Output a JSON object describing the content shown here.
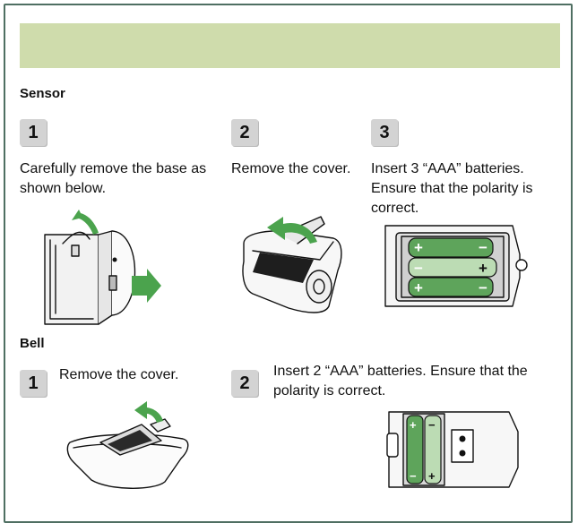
{
  "sections": {
    "sensor": {
      "heading": "Sensor",
      "steps": [
        {
          "number": "1",
          "text_line1": "Carefully remove the base as",
          "text_line2": "shown below."
        },
        {
          "number": "2",
          "text_line1": "Remove the cover."
        },
        {
          "number": "3",
          "text_line1": "Insert 3 “AAA” batteries.",
          "text_line2": "Ensure that the polarity is",
          "text_line3": "correct."
        }
      ]
    },
    "bell": {
      "heading": "Bell",
      "steps": [
        {
          "number": "1",
          "text_line1": "Remove the cover."
        },
        {
          "number": "2",
          "text_line1": "Insert 2 “AAA” batteries. Ensure that the",
          "text_line2": "polarity is correct."
        }
      ]
    }
  },
  "battery_marks": {
    "plus": "+",
    "minus": "−"
  },
  "colors": {
    "header_band": "#cfdcac",
    "frame": "#4f6f62",
    "arrow_green": "#4ba34d",
    "step_badge": "#d3d3d3"
  }
}
